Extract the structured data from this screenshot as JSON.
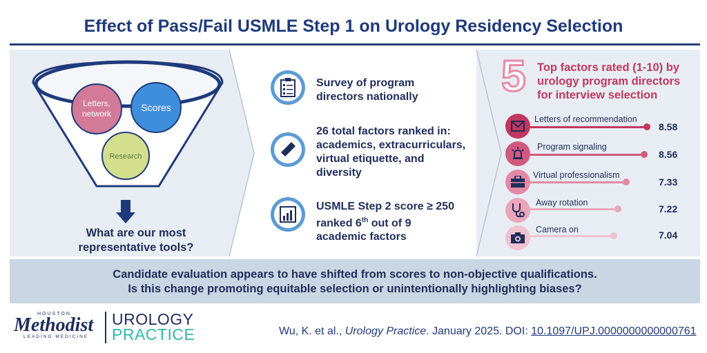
{
  "title": "Effect of Pass/Fail USMLE Step 1 on Urology Residency Selection",
  "funnel": {
    "circle1": "Letters,",
    "circle1b": "network",
    "circle2": "Scores",
    "circle3": "Research",
    "question_line1": "What are our most",
    "question_line2": "representative tools?"
  },
  "middle": [
    {
      "icon": "clipboard-checklist-icon",
      "line1": "Survey of program",
      "line2": "directors nationally"
    },
    {
      "icon": "pencil-icon",
      "line1": "26 total factors ranked in:",
      "line2": "academics, extracurriculars,",
      "line3": "virtual etiquette, and",
      "line4": "diversity"
    },
    {
      "icon": "bar-chart-icon",
      "line1": "USMLE Step 2 score ≥ 250",
      "line2a": "ranked 6",
      "line2sup": "th",
      "line2b": " out of 9",
      "line3": "academic factors"
    }
  ],
  "right": {
    "big_number": "5",
    "head_line1": "Top factors rated (1-10) by",
    "head_line2": "urology program directors",
    "head_line3": "for interview selection",
    "factors": [
      {
        "label": "Letters of recommendation",
        "value": "8.58",
        "icon": "envelope-icon",
        "color": "#c0385e"
      },
      {
        "label": "Program signaling",
        "value": "8.56",
        "icon": "alarm-light-icon",
        "color": "#d05a7e"
      },
      {
        "label": "Virtual professionalism",
        "value": "7.33",
        "icon": "briefcase-icon",
        "color": "#e28aa5"
      },
      {
        "label": "Away rotation",
        "value": "7.22",
        "icon": "stethoscope-icon",
        "color": "#eaa6bb"
      },
      {
        "label": "Camera on",
        "value": "7.04",
        "icon": "camera-icon",
        "color": "#f0c2d0"
      }
    ]
  },
  "bottom": {
    "line1": "Candidate evaluation appears to have shifted from scores to non-objective qualifications.",
    "line2": "Is this change promoting equitable selection or unintentionally highlighting biases?"
  },
  "logo": {
    "hm_small": "HOUSTON",
    "hm_main": "Methodist",
    "hm_tag": "LEADING MEDICINE",
    "uro": "UROLOGY",
    "prac": "PRACTICE"
  },
  "citation": {
    "prefix": "Wu, K. et al., ",
    "journal": "Urology Practice",
    "middle": ". January 2025. DOI: ",
    "doi": "10.1097/UPJ.0000000000000761"
  }
}
